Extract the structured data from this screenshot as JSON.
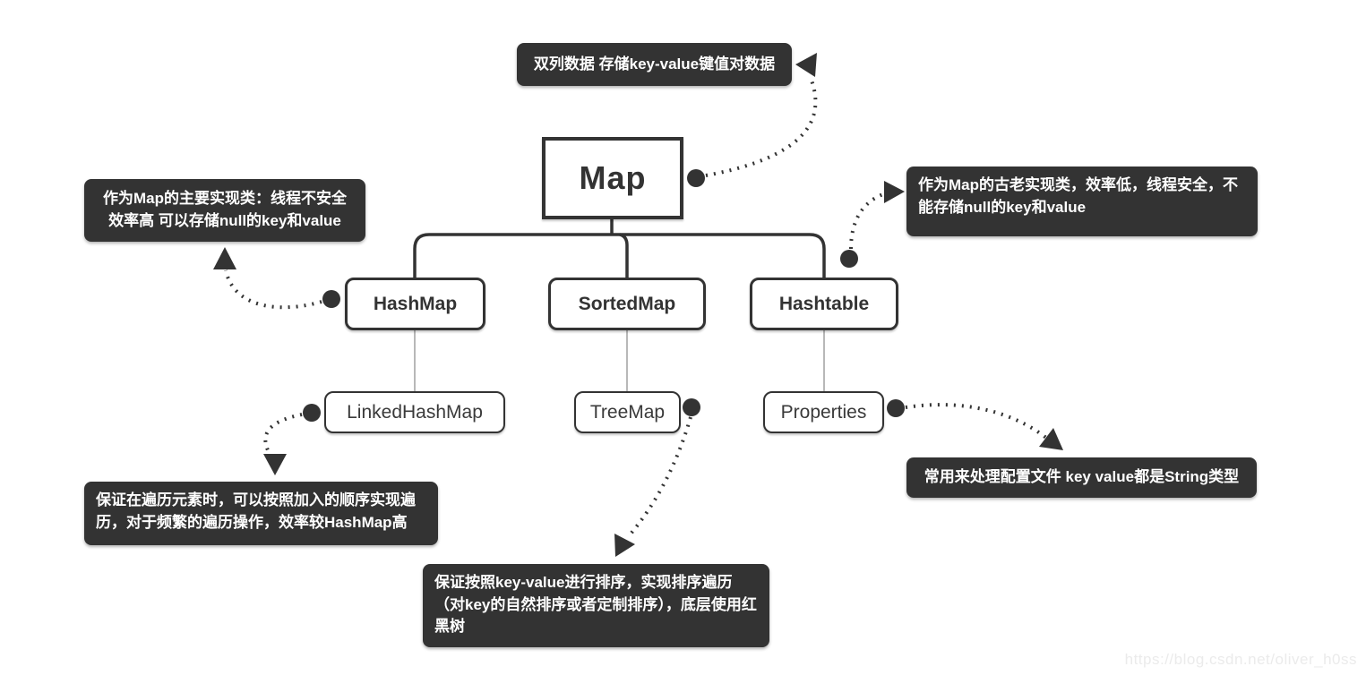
{
  "nodes": {
    "map": {
      "label": "Map"
    },
    "hashmap": {
      "label": "HashMap"
    },
    "sortedmap": {
      "label": "SortedMap"
    },
    "hashtable": {
      "label": "Hashtable"
    },
    "linkedhashmap": {
      "label": "LinkedHashMap"
    },
    "treemap": {
      "label": "TreeMap"
    },
    "properties": {
      "label": "Properties"
    }
  },
  "notes": {
    "map_note": "双列数据 存储key-value键值对数据",
    "hashmap_note": "作为Map的主要实现类：线程不安全 效率高 可以存储null的key和value",
    "hashtable_note": "作为Map的古老实现类，效率低，线程安全，不能存储null的key和value",
    "linkedhashmap_note": "保证在遍历元素时，可以按照加入的顺序实现遍历，对于频繁的遍历操作，效率较HashMap高",
    "treemap_note": "保证按照key-value进行排序，实现排序遍历（对key的自然排序或者定制排序），底层使用红黑树",
    "properties_note": "常用来处理配置文件 key value都是String类型"
  },
  "watermark": "https://blog.csdn.net/oliver_h0ss",
  "colors": {
    "background": "#ffffff",
    "node_border": "#333333",
    "note_background": "#333333",
    "note_text": "#ffffff",
    "connector": "#333333",
    "thin_connector": "#888888",
    "watermark_text": "#ebebeb"
  }
}
